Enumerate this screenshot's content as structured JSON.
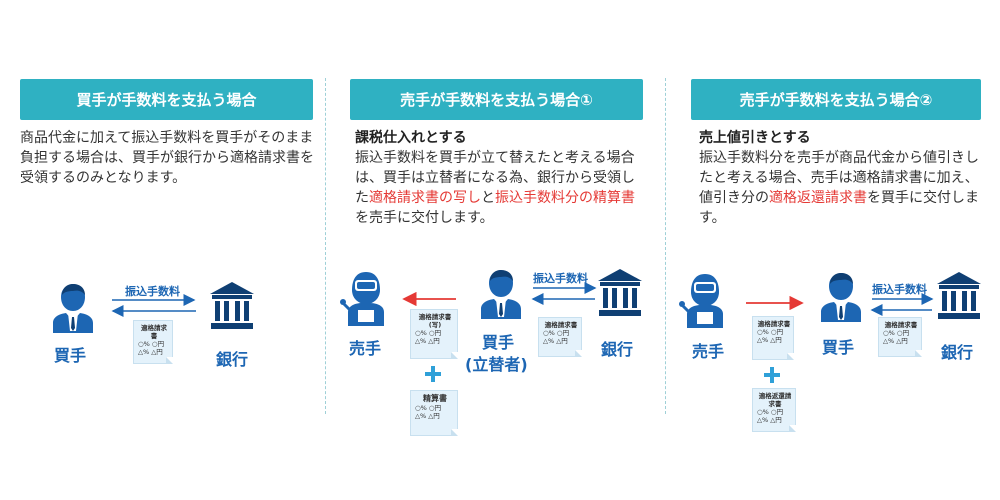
{
  "panels": [
    {
      "header": "買手が手数料を支払う場合",
      "desc": "商品代金に加えて振込手数料を買手がそのまま負担する場合は、買手が銀行から適格請求書を受領するのみとなります。",
      "buyer_label": "買手",
      "bank_label": "銀行",
      "arrow_label": "振込手数料",
      "doc": {
        "title": "適格請求書",
        "line1": "○% ○円",
        "line2": "△% △円"
      }
    },
    {
      "header": "売手が手数料を支払う場合①",
      "desc_title": "課税仕入れとする",
      "desc_parts": [
        "振込手数料を買手が立て替えたと考える場合は、買手は立替者になる為、銀行から受領した",
        "適格請求書の写し",
        "と",
        "振込手数料分の精算書",
        "を売手に交付します。"
      ],
      "seller_label": "売手",
      "buyer_label_1": "買手",
      "buyer_label_2": "(立替者)",
      "bank_label": "銀行",
      "arrow_label": "振込手数料",
      "doc_copy": {
        "title": "適格請求書",
        "subtitle": "(写)",
        "line1": "○% ○円",
        "line2": "△% △円"
      },
      "doc_settle": {
        "title": "精算書",
        "line1": "○% ○円",
        "line2": "△% △円"
      },
      "doc_bank": {
        "title": "適格請求書",
        "line1": "○% ○円",
        "line2": "△% △円"
      }
    },
    {
      "header": "売手が手数料を支払う場合②",
      "desc_title": "売上値引きとする",
      "desc_parts": [
        "振込手数料分を売手が商品代金から値引きしたと考える場合、売手は適格請求書に加え、値引き分の",
        "適格返還請求書",
        "を買手に交付します。"
      ],
      "seller_label": "売手",
      "buyer_label": "買手",
      "bank_label": "銀行",
      "arrow_label": "振込手数料",
      "doc_invoice": {
        "title": "適格請求書",
        "line1": "○% ○円",
        "line2": "△% △円"
      },
      "doc_return": {
        "title": "適格返還請求書",
        "line1": "○% ○円",
        "line2": "△% △円"
      },
      "doc_bank": {
        "title": "適格請求書",
        "line1": "○% ○円",
        "line2": "△% △円"
      }
    }
  ],
  "icons": [
    "businessperson-icon",
    "bank-icon",
    "worker-icon",
    "plus-icon",
    "arrow-icon"
  ],
  "colors": {
    "header": "#2fb1c2",
    "label": "#1d66b3",
    "accent_red": "#e53935",
    "doc_bg": "#e4f2fb"
  }
}
